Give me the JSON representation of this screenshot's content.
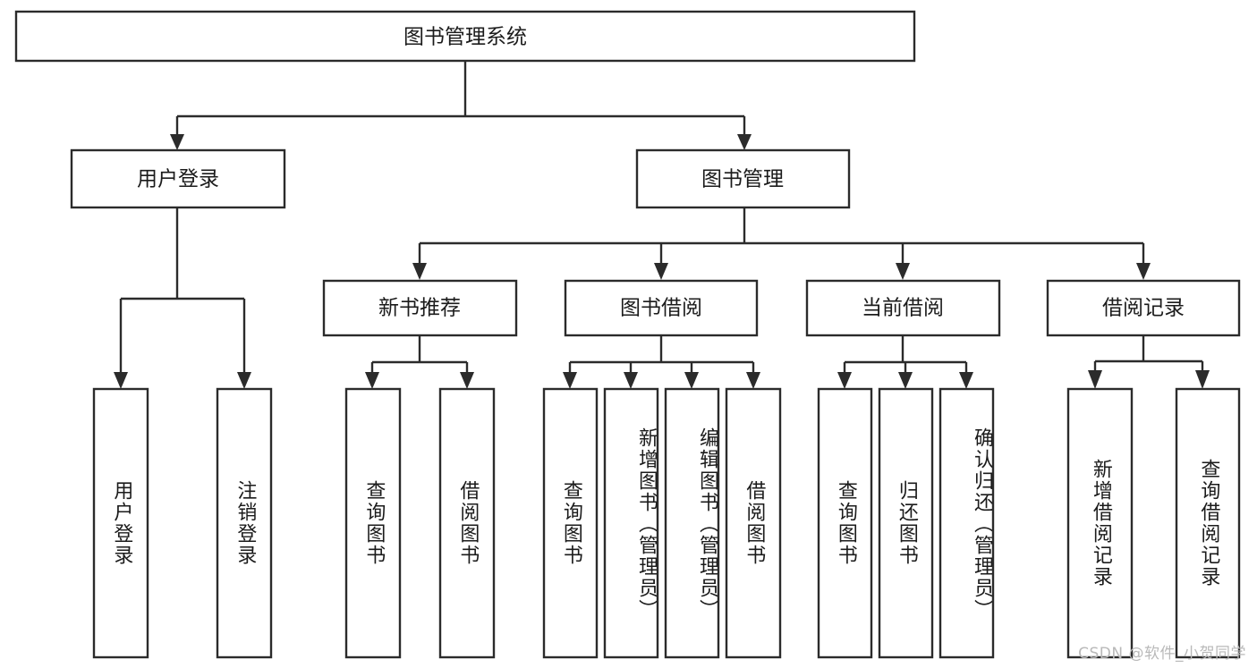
{
  "diagram": {
    "title": "图书管理系统",
    "type": "tree-hierarchy",
    "background_color": "#ffffff",
    "box_stroke_color": "#2b2b2b",
    "box_fill_color": "#ffffff",
    "text_color": "#1b1b1b",
    "root": {
      "id": "root",
      "label": "图书管理系统"
    },
    "level2": [
      {
        "id": "user-login",
        "label": "用户登录"
      },
      {
        "id": "book-manage",
        "label": "图书管理"
      }
    ],
    "level3": [
      {
        "id": "new-book-recommend",
        "label": "新书推荐",
        "parent": "book-manage"
      },
      {
        "id": "book-borrow",
        "label": "图书借阅",
        "parent": "book-manage"
      },
      {
        "id": "current-borrow",
        "label": "当前借阅",
        "parent": "book-manage"
      },
      {
        "id": "borrow-record",
        "label": "借阅记录",
        "parent": "book-manage"
      }
    ],
    "leaves": {
      "user-login": [
        {
          "id": "leaf-user-login",
          "label": "用户登录"
        },
        {
          "id": "leaf-logout",
          "label": "注销登录"
        }
      ],
      "new-book-recommend": [
        {
          "id": "leaf-query-book-1",
          "label": "查询图书"
        },
        {
          "id": "leaf-borrow-book-1",
          "label": "借阅图书"
        }
      ],
      "book-borrow": [
        {
          "id": "leaf-query-book-2",
          "label": "查询图书"
        },
        {
          "id": "leaf-add-book",
          "label": "新增图书（管理员）"
        },
        {
          "id": "leaf-edit-book",
          "label": "编辑图书（管理员）"
        },
        {
          "id": "leaf-borrow-book-2",
          "label": "借阅图书"
        }
      ],
      "current-borrow": [
        {
          "id": "leaf-query-book-3",
          "label": "查询图书"
        },
        {
          "id": "leaf-return-book",
          "label": "归还图书"
        },
        {
          "id": "leaf-confirm-return",
          "label": "确认归还（管理员）"
        }
      ],
      "borrow-record": [
        {
          "id": "leaf-add-record",
          "label": "新增借阅记录"
        },
        {
          "id": "leaf-query-record",
          "label": "查询借阅记录"
        }
      ]
    }
  },
  "watermark": {
    "text": "CSDN @软件_小贺同学"
  }
}
